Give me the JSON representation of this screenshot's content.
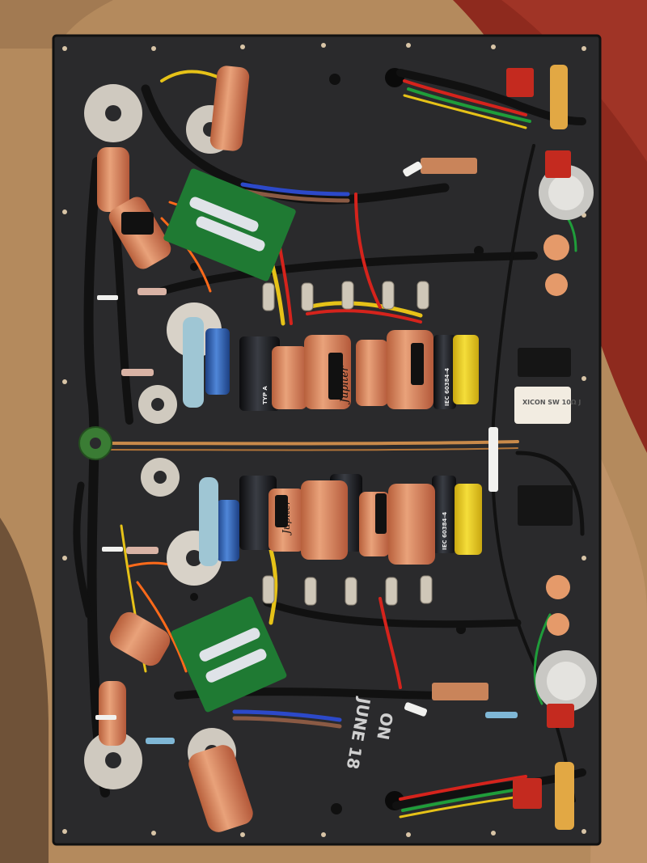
{
  "colors": {
    "carpet_tan": "#b48a5d",
    "carpet_red": "#8e2a1e",
    "carpet_dark": "#6f5238",
    "chassis": "#2a2a2c",
    "cap_orange": "#d98058",
    "electrolytic_blue": "#2d5fb3",
    "film_cap_yellow": "#e9c81a",
    "pcb_green": "#1f7a33",
    "copper": "#c98a4a",
    "wire_red": "#d5231c",
    "wire_yellow": "#e6c218",
    "wire_black": "#141414"
  },
  "labels": {
    "cap_brand_top": "Jupiter",
    "cap_brand_bottom": "Jupiter",
    "cap_spec_top": "TYP A",
    "cap_iec_top": "IEC 60384-4",
    "cap_spec_bottom": "IEC 60384-4",
    "resistor_label": "XICON SW 10Ω J",
    "handwriting_1": "ON",
    "handwriting_2": "JUNE 18"
  }
}
